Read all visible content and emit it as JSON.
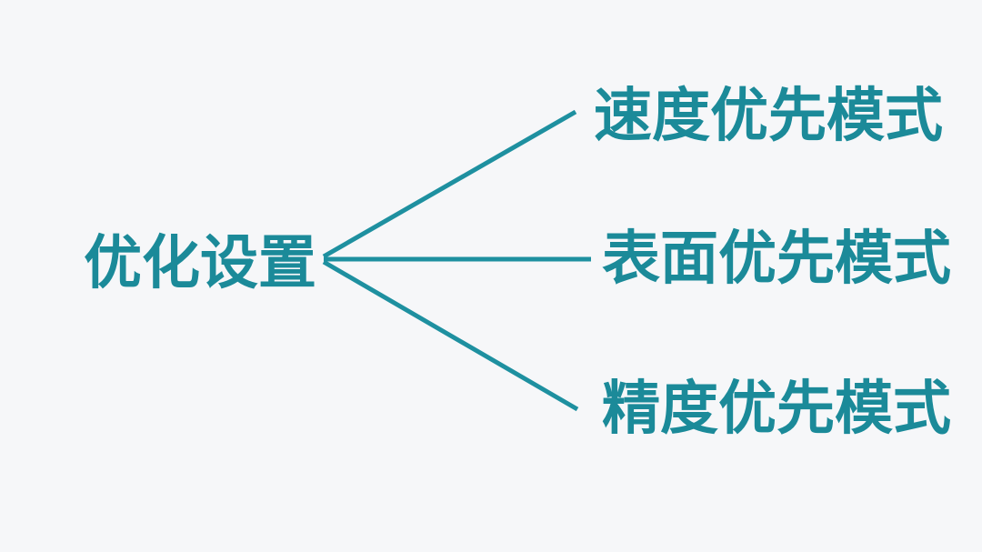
{
  "diagram": {
    "type": "mindmap",
    "root": {
      "label": "优化设置"
    },
    "branches": [
      {
        "label": "速度优先模式"
      },
      {
        "label": "表面优先模式"
      },
      {
        "label": "精度优先模式"
      }
    ],
    "colors": {
      "accent": "#1b8a99",
      "line": "#1e90a0",
      "background": "#f6f7f9"
    }
  }
}
